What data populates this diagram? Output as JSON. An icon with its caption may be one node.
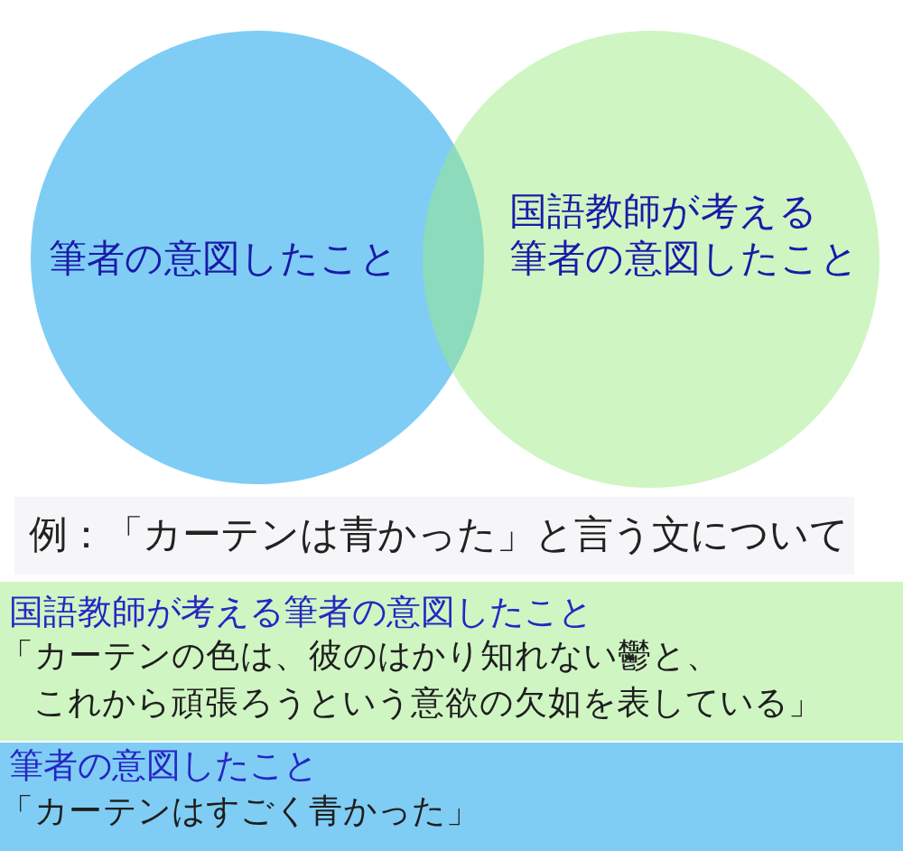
{
  "diagram": {
    "nodes": [
      {
        "text": [
          "筆者の意図したこと"
        ]
      },
      {
        "text": [
          "国語教師が考える筆者の意図したこと"
        ]
      },
      {
        "text": [
          "国語教師が考える筆者の意図したこと",
          "「カーテンの色は、彼のはかり知れない鬱と、これから頑張ろうという意欲の欠如を表している」"
        ]
      },
      {
        "text": [
          "筆者の意図したこと",
          "「カーテンはすごく青かった」"
        ]
      }
    ],
    "labels": [
      "例：「カーテンは青かった」と言う文について"
    ]
  }
}
